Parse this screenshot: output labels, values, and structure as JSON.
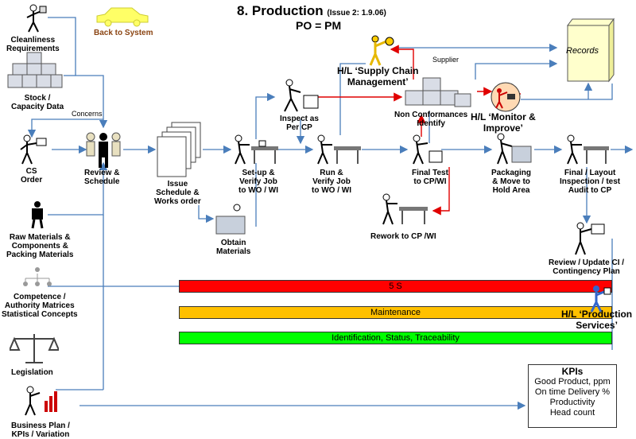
{
  "title": "8. Production",
  "issue": "(Issue 2: 1.9.06)",
  "subtitle": "PO = PM",
  "back_button": "Back to System",
  "records": "Records",
  "left_inputs": {
    "cleanliness": [
      "Cleanliness",
      "Requirements"
    ],
    "stock": [
      "Stock /",
      "Capacity Data"
    ],
    "concerns": "Concerns",
    "cs_order": [
      "CS",
      "Order"
    ],
    "raw_materials": [
      "Raw Materials &",
      "Components &",
      "Packing Materials"
    ],
    "competence": [
      "Competence /",
      "Authority Matrices",
      "Statistical Concepts"
    ],
    "legislation": "Legislation",
    "business_plan": [
      "Business Plan /",
      "KPIs / Variation"
    ]
  },
  "process": {
    "review_schedule": [
      "Review &",
      "Schedule"
    ],
    "issue_schedule": [
      "Issue",
      "Schedule &",
      "Works order"
    ],
    "obtain_materials": [
      "Obtain",
      "Materials"
    ],
    "setup_verify": [
      "Set-up &",
      "Verify Job",
      "to WO / WI"
    ],
    "inspect": [
      "Inspect as",
      "Per CP"
    ],
    "run_verify": [
      "Run &",
      "Verify Job",
      "to WO / WI"
    ],
    "non_conformances": [
      "Non Conformances",
      "Identify"
    ],
    "supplier": "Supplier",
    "final_test": [
      "Final Test",
      "to CP/WI"
    ],
    "rework": "Rework to CP /WI",
    "packaging": [
      "Packaging",
      "& Move to",
      "Hold Area"
    ],
    "final_layout": [
      "Final / Layout",
      "Inspection / test",
      "Audit to CP"
    ],
    "review_update": [
      "Review / Update CI /",
      "Contingency Plan"
    ]
  },
  "hl": {
    "supply_chain": [
      "H/L ‘Supply Chain",
      "Management’"
    ],
    "monitor": [
      "H/L ‘Monitor &",
      "Improve’"
    ],
    "production_services": [
      "H/L ‘Production",
      "Services’"
    ]
  },
  "bars": {
    "five_s": {
      "label": "5 S",
      "color": "#ff0000"
    },
    "maintenance": {
      "label": "Maintenance",
      "color": "#ffc000"
    },
    "identification": {
      "label": "Identification, Status, Traceability",
      "color": "#00ff00"
    }
  },
  "kpis": {
    "header": "KPIs",
    "items": [
      "Good Product, ppm",
      "On time Delivery %",
      "Productivity",
      "Head count"
    ]
  },
  "colors": {
    "flow_line": "#4a7ebb",
    "rework_line": "#e00000",
    "kpi_line": "#4a7ebb"
  }
}
